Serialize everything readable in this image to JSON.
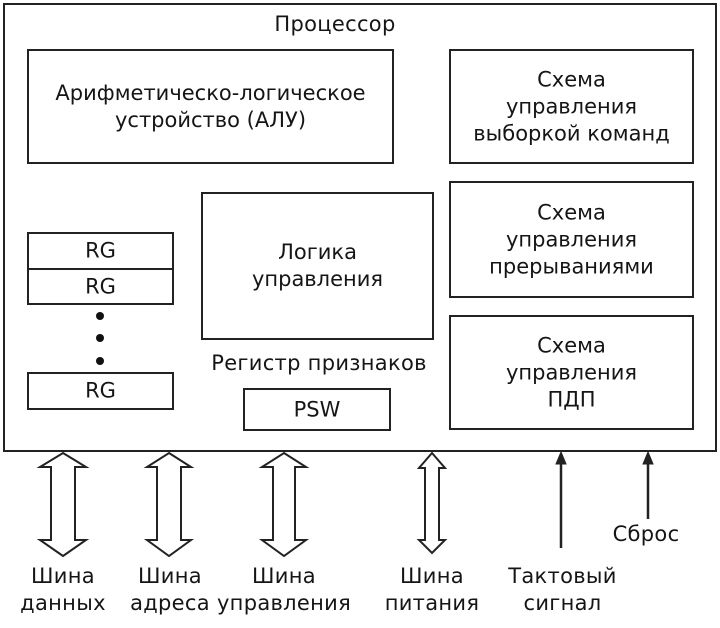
{
  "diagram": {
    "processor": {
      "title": "Процессор"
    },
    "alu": {
      "lines": [
        "Арифметическо-логическое",
        "устройство (АЛУ)"
      ]
    },
    "fetch_control": {
      "lines": [
        "Схема",
        "управления",
        "выборкой команд"
      ]
    },
    "interrupt_control": {
      "lines": [
        "Схема",
        "управления",
        "прерываниями"
      ]
    },
    "dma_control": {
      "lines": [
        "Схема",
        "управления",
        "ПДП"
      ]
    },
    "control_logic": {
      "lines": [
        "Логика",
        "управления"
      ]
    },
    "registers": {
      "items": [
        "RG",
        "RG",
        "RG"
      ],
      "ellipsis_dots": 3
    },
    "flags_register": {
      "caption": "Регистр признаков",
      "label": "PSW"
    },
    "buses": [
      {
        "lines": [
          "Шина",
          "данных"
        ],
        "arrow": "bidirectional-wide"
      },
      {
        "lines": [
          "Шина",
          "адреса"
        ],
        "arrow": "bidirectional-wide"
      },
      {
        "lines": [
          "Шина",
          "управления"
        ],
        "arrow": "bidirectional-wide"
      },
      {
        "lines": [
          "Шина",
          "питания"
        ],
        "arrow": "bidirectional-wide"
      }
    ],
    "signals": [
      {
        "lines": [
          "Тактовый",
          "сигнал"
        ],
        "arrow": "input"
      },
      {
        "lines": [
          "Сброс"
        ],
        "arrow": "input"
      }
    ]
  }
}
